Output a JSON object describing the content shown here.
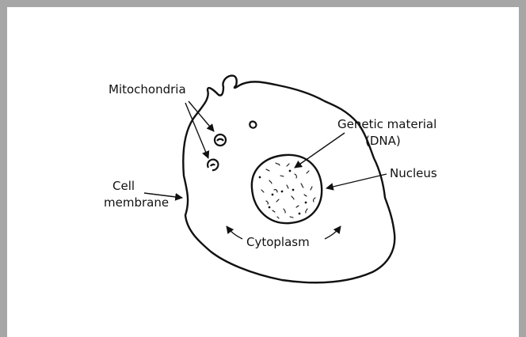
{
  "labels": {
    "mitochondria": "Mitochondria",
    "genetic_material_line1": "Genetic material",
    "genetic_material_line2": "(DNA)",
    "nucleus": "Nucleus",
    "cell_line1": "Cell",
    "cell_line2": "membrane",
    "cytoplasm": "Cytoplasm"
  },
  "colors": {
    "frame": "#a6a6a6",
    "ink": "#111111",
    "background": "#ffffff"
  }
}
